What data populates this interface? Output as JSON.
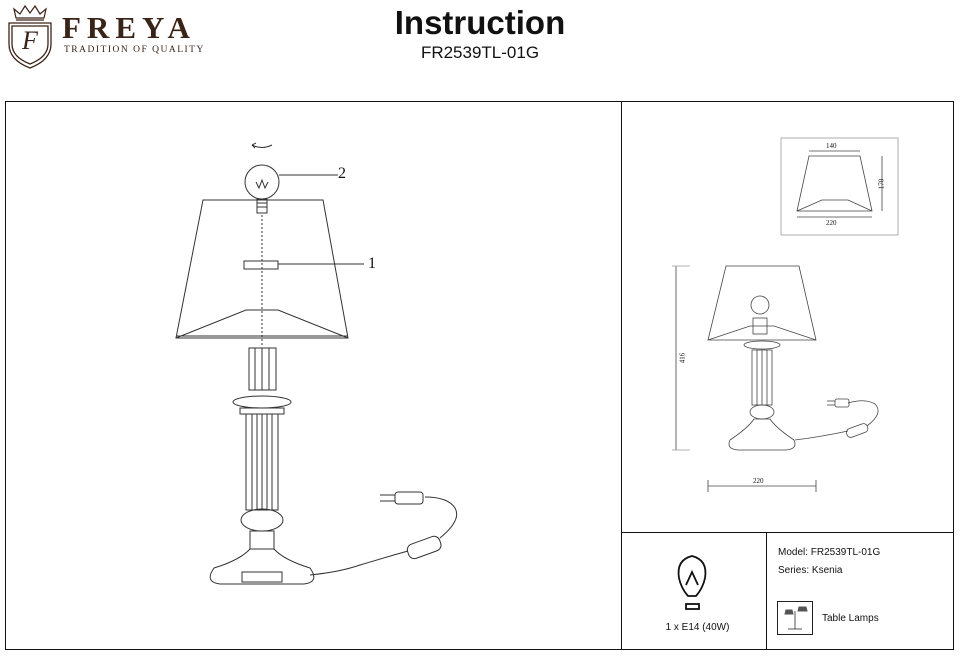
{
  "brand": {
    "name": "FREYA",
    "tagline": "TRADITION OF QUALITY",
    "monogram": "F"
  },
  "header": {
    "title": "Instruction",
    "model_code": "FR2539TL-01G"
  },
  "drawing": {
    "callouts": [
      "2",
      "1"
    ]
  },
  "dimensions": {
    "shade_top": "140",
    "shade_height": "170",
    "shade_bottom": "220",
    "lamp_height": "416",
    "lamp_width": "220"
  },
  "info": {
    "model": "Model: FR2539TL-01G",
    "series": "Series: Ksenia",
    "category": "Table Lamps",
    "bulb": "1 x E14 (40W)"
  },
  "icons": [
    "crown-icon",
    "shield-icon",
    "rotate-arrow-icon",
    "bulb-icon",
    "table-lamp-icon"
  ]
}
